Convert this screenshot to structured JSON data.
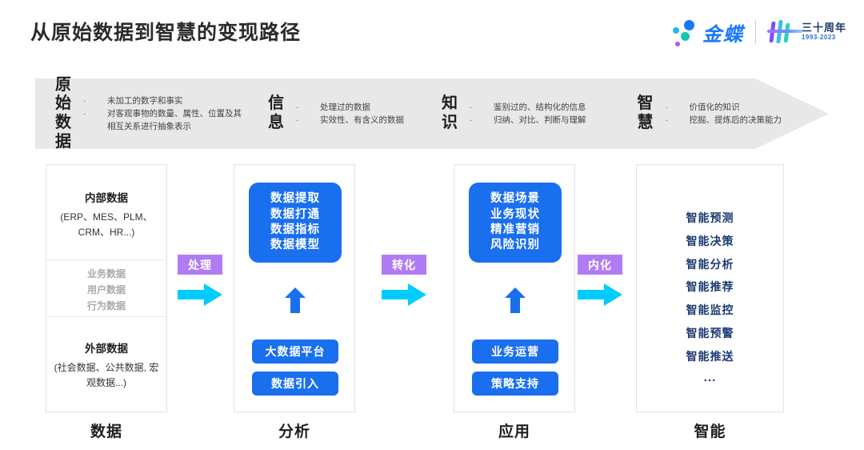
{
  "header": {
    "title": "从原始数据到智慧的变现路径",
    "brand": "金蝶",
    "anniversary_title": "三十周年",
    "anniversary_years": "1993-2023"
  },
  "colors": {
    "blue": "#1a6fee",
    "cyan_arrow": "#00ccff",
    "purple_badge": "#b07cf5",
    "navy_text": "#1b3a72",
    "banner_bg": "#e8e8e8"
  },
  "banner": {
    "stages": [
      {
        "name": "原始\n数据",
        "bullets": [
          "未加工的数字和事实",
          "对客观事物的数量、属性、位置及其相互关系进行抽象表示"
        ]
      },
      {
        "name": "信\n息",
        "bullets": [
          "处理过的数据",
          "实效性、有含义的数据"
        ]
      },
      {
        "name": "知\n识",
        "bullets": [
          "鉴别过的、结构化的信息",
          "归纳、对比、判断与理解"
        ]
      },
      {
        "name": "智\n慧",
        "bullets": [
          "价值化的知识",
          "挖掘、提炼后的决策能力"
        ]
      }
    ]
  },
  "columns": [
    {
      "label": "数据",
      "internal_heading": "内部数据",
      "internal_sub": "(ERP、MES、PLM、CRM、HR...)",
      "middle_items": [
        "业务数据",
        "用户数据",
        "行为数据"
      ],
      "external_heading": "外部数据",
      "external_sub": "(社会数据、公共数据, 宏观数据...)"
    },
    {
      "label": "分析",
      "box_items": [
        "数据提取",
        "数据打通",
        "数据指标",
        "数据模型"
      ],
      "pills": [
        "大数据平台",
        "数据引入"
      ]
    },
    {
      "label": "应用",
      "box_items": [
        "数据场景",
        "业务现状",
        "精准营销",
        "风险识别"
      ],
      "pills": [
        "业务运营",
        "策略支持"
      ]
    },
    {
      "label": "智能",
      "items": [
        "智能预测",
        "智能决策",
        "智能分析",
        "智能推荐",
        "智能监控",
        "智能预警",
        "智能推送",
        "..."
      ]
    }
  ],
  "connectors": [
    {
      "label": "处理"
    },
    {
      "label": "转化"
    },
    {
      "label": "内化"
    }
  ]
}
